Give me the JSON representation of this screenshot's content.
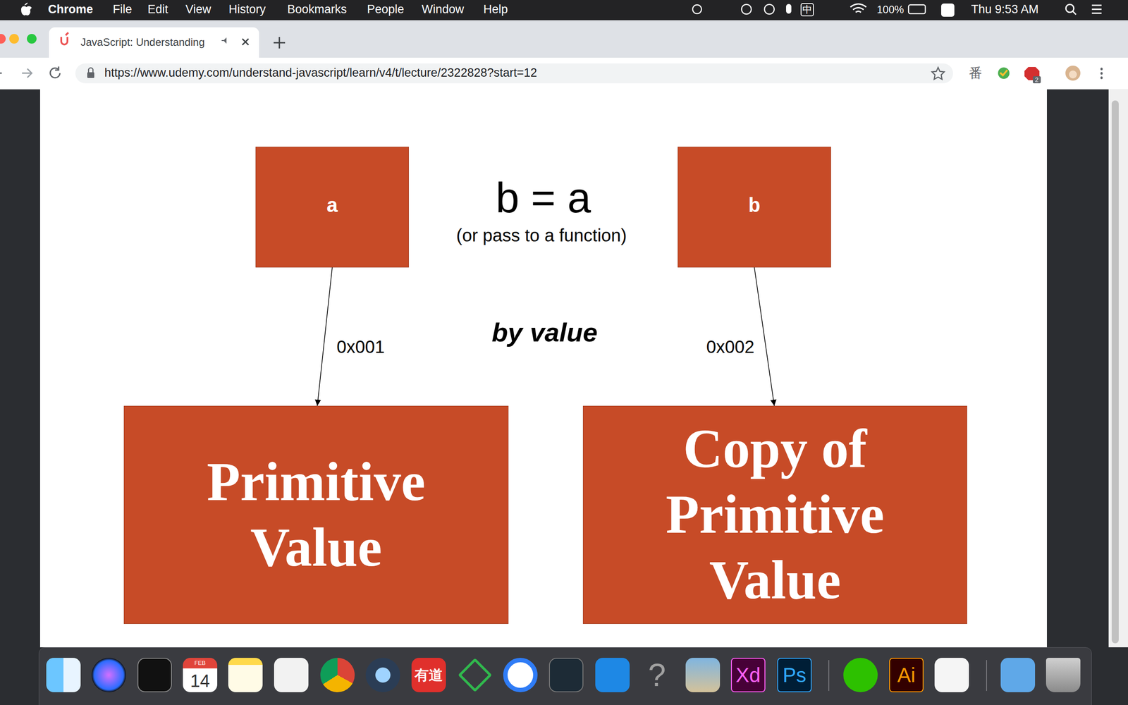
{
  "diagram": {
    "nodes": [
      {
        "text": [
          "a"
        ]
      },
      {
        "text": [
          "b"
        ]
      },
      {
        "text": [
          "Primitive Value"
        ]
      },
      {
        "text": [
          "Copy of Primitive Value"
        ]
      }
    ],
    "edges": [
      {
        "from": 0,
        "to": 2,
        "arrow": "to",
        "label": "0x001"
      },
      {
        "from": 1,
        "to": 3,
        "arrow": "to",
        "label": "0x002"
      }
    ],
    "labels": [
      "Chrome",
      "File",
      "Edit",
      "View",
      "History",
      "Bookmarks",
      "People",
      "Window",
      "Help",
      "中",
      "100%",
      "Thu 9:53 AM",
      "JavaScript: Understanding",
      "https://www.udemy.com/understand-javascript/learn/v4/t/lecture/2322828?start=12",
      "番",
      "2",
      "b = a",
      "(or pass to a function)",
      "by value",
      "FEB",
      "14",
      "有道",
      "?",
      "Xd",
      "Ps",
      "Ai"
    ]
  }
}
